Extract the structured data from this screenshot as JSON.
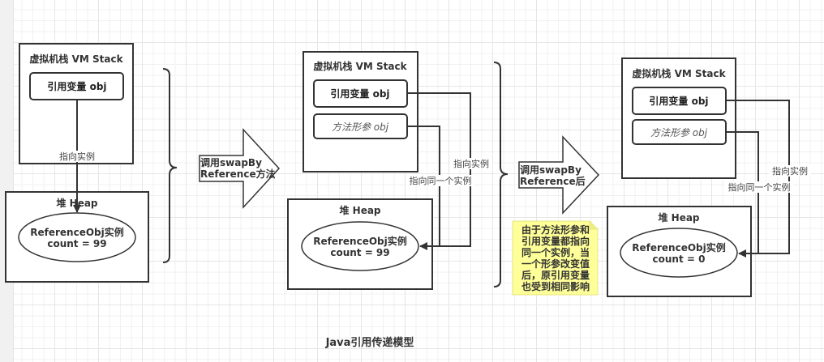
{
  "diagram": {
    "caption": "Java引用传递模型",
    "panels": [
      {
        "stack_title": "虚拟机栈 VM Stack",
        "reference_var": "引用变量 obj",
        "edge_label": "指向实例",
        "heap_title": "堆 Heap",
        "instance_line1": "ReferenceObj实例",
        "instance_line2": "count = 99"
      },
      {
        "stack_title": "虚拟机栈 VM Stack",
        "reference_var": "引用变量 obj",
        "method_param": "方法形参 obj",
        "edge_label_ref": "指向实例",
        "edge_label_param": "指向同一个实例",
        "heap_title": "堆 Heap",
        "instance_line1": "ReferenceObj实例",
        "instance_line2": "count = 99"
      },
      {
        "stack_title": "虚拟机栈 VM Stack",
        "reference_var": "引用变量 obj",
        "method_param": "方法形参 obj",
        "edge_label_ref": "指向实例",
        "edge_label_param": "指向同一个实例",
        "heap_title": "堆 Heap",
        "instance_line1": "ReferenceObj实例",
        "instance_line2": "count = 0"
      }
    ],
    "transitions": [
      {
        "line1": "调用swapBy",
        "line2": "Reference方法"
      },
      {
        "line1": "调用swapBy",
        "line2": "Reference后"
      }
    ],
    "note": {
      "lines": [
        "由于方法形参和",
        "引用变量都指向",
        "同一个实例，当",
        "一个形参改变值",
        "后，原引用变量",
        "也受到相同影响"
      ],
      "color": "#ffff99"
    }
  }
}
